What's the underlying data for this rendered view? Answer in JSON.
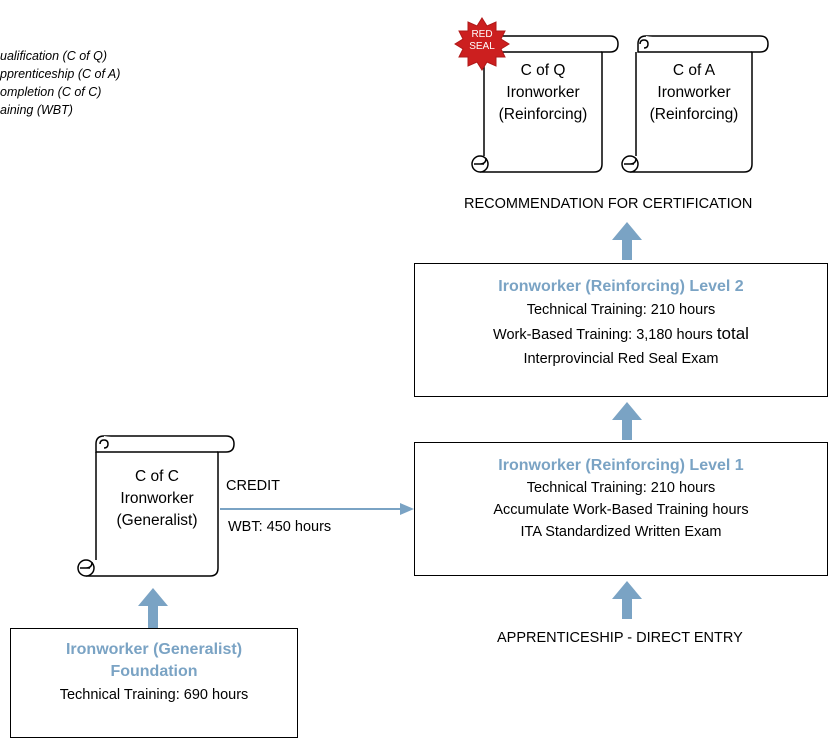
{
  "legend": {
    "items": [
      "ualification (C of Q)",
      "pprenticeship (C of A)",
      "ompletion (C of C)",
      "aining (WBT)"
    ]
  },
  "certificates": {
    "coq": {
      "line1": "C of Q",
      "line2": "Ironworker",
      "line3": "(Reinforcing)"
    },
    "coa": {
      "line1": "C of A",
      "line2": "Ironworker",
      "line3": "(Reinforcing)"
    },
    "coc": {
      "line1": "C of C",
      "line2": "Ironworker",
      "line3": "(Generalist)"
    },
    "red_seal": {
      "line1": "RED",
      "line2": "SEAL"
    }
  },
  "recommendation": "RECOMMENDATION FOR CERTIFICATION",
  "level2": {
    "title": "Ironworker (Reinforcing) Level  2",
    "technical": "Technical Training: 210 hours",
    "wbt_prefix": "Work-Based Training:  3,180 hours ",
    "wbt_total": "total",
    "exam": "Interprovincial Red Seal Exam"
  },
  "level1": {
    "title": "Ironworker (Reinforcing) Level 1",
    "technical": "Technical Training: 210 hours",
    "accumulate": "Accumulate Work-Based Training hours",
    "exam": "ITA Standardized Written Exam"
  },
  "credit": {
    "label": "CREDIT",
    "wbt": "WBT:  450 hours"
  },
  "direct_entry": "APPRENTICESHIP - DIRECT ENTRY",
  "foundation": {
    "title_line1": "Ironworker (Generalist)",
    "title_line2": "Foundation",
    "technical": "Technical Training:  690 hours"
  },
  "colors": {
    "title_blue": "#7aa3c4",
    "arrow_blue": "#7aa3c4",
    "red_seal": "#cc1f1f"
  }
}
